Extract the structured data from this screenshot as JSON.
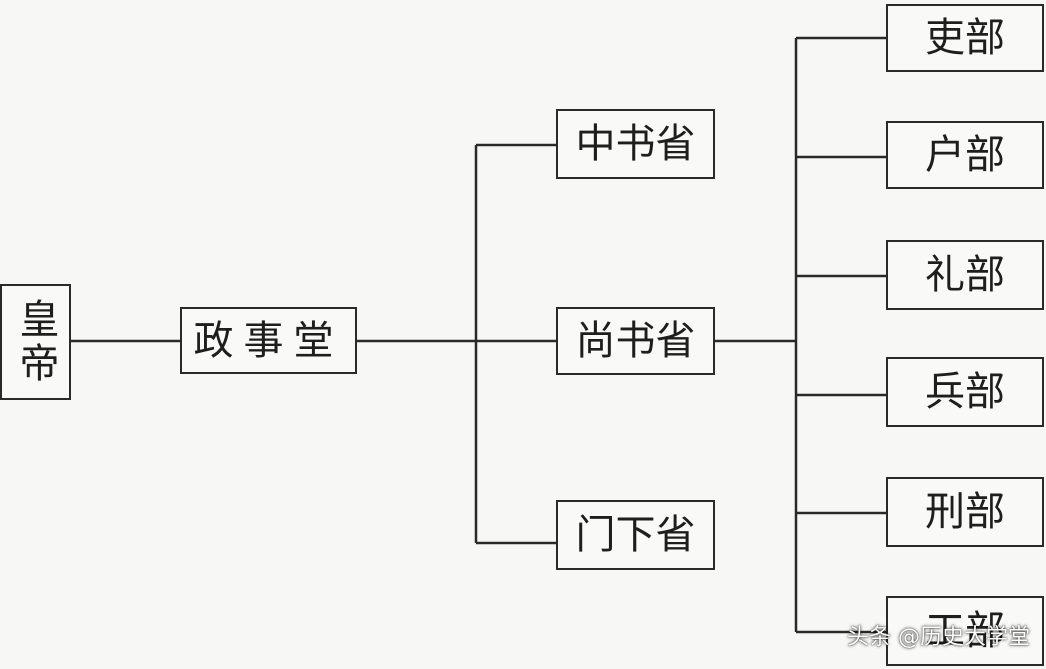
{
  "diagram": {
    "emperor": "皇帝",
    "council": "政事堂",
    "secretariat": "中书省",
    "department_of_state": "尚书省",
    "chancellery": "门下省",
    "ministries": [
      "吏部",
      "户部",
      "礼部",
      "兵部",
      "刑部",
      "工部"
    ]
  },
  "watermark": "头条 @历史大学堂",
  "colors": {
    "line": "#2a2a2a",
    "background": "#f7f7f5"
  }
}
